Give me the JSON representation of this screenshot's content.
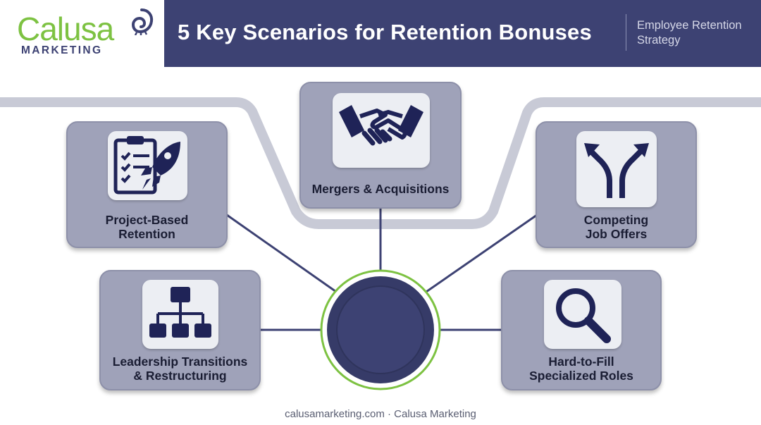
{
  "header": {
    "title": "5 Key Scenarios for Retention Bonuses",
    "subtitle": "Employee Retention Strategy"
  },
  "logo": {
    "name": "Calusa",
    "tagline": "MARKETING"
  },
  "scenarios": [
    {
      "label": "Project-Based Retention",
      "icon": "clipboard-rocket-icon"
    },
    {
      "label": "Mergers & Acquisitions",
      "icon": "handshake-icon"
    },
    {
      "label": "Competing Job Offers",
      "icon": "diverging-arrows-icon"
    },
    {
      "label": "Leadership Transitions & Restructuring",
      "icon": "org-chart-icon"
    },
    {
      "label": "Hard-to-Fill Specialized Roles",
      "icon": "magnifier-icon"
    }
  ],
  "footer": {
    "text": "calusamarketing.com · Calusa Marketing"
  },
  "colors": {
    "navy": "#3d4273",
    "brand_green": "#7dc242",
    "card_gray": "#9fa2b9",
    "icon_bg": "#eceef3"
  }
}
